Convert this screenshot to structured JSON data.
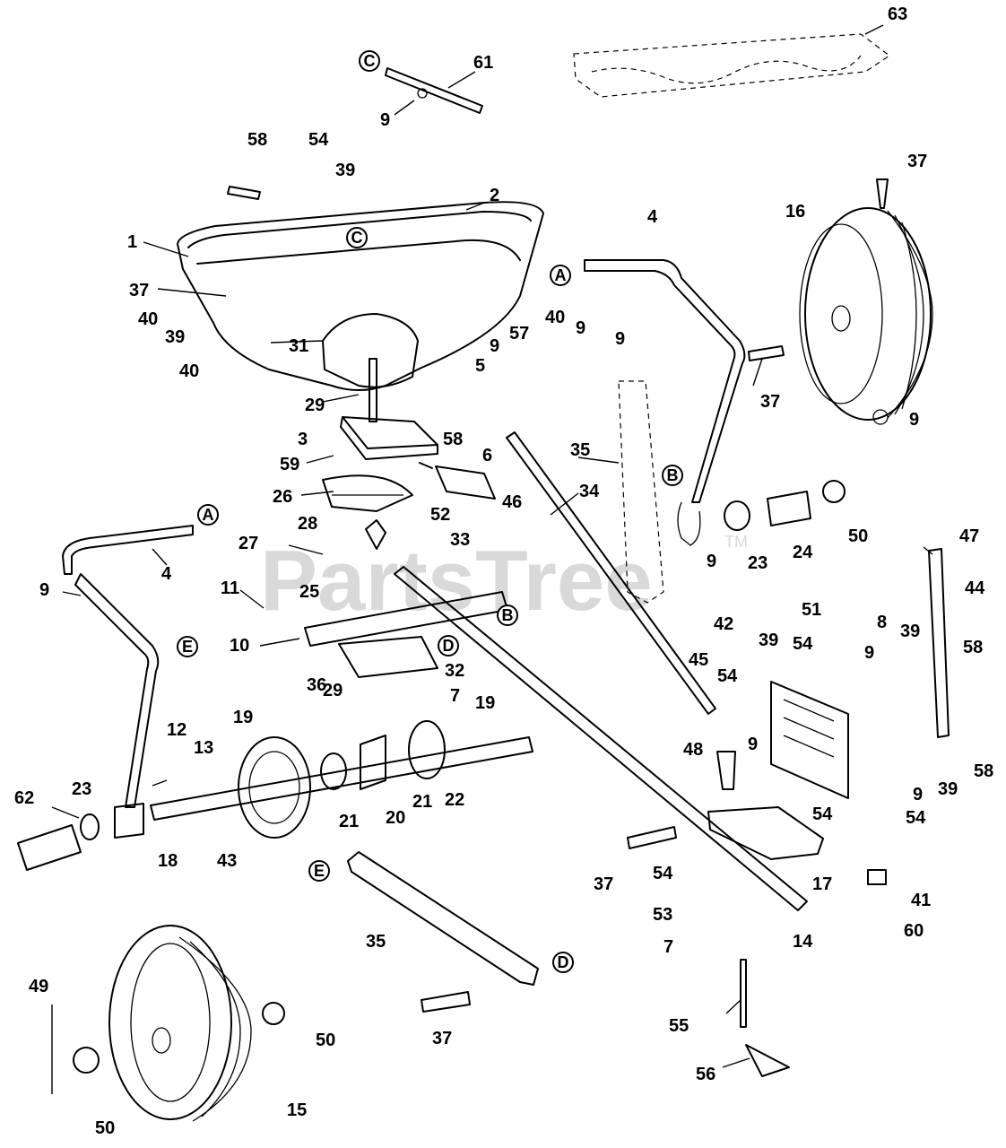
{
  "watermark": {
    "text": "PartsTree",
    "tm": "TM"
  },
  "callouts": [
    {
      "id": "c63",
      "text": "63"
    },
    {
      "id": "c61",
      "text": "61"
    },
    {
      "id": "c9a",
      "text": "9"
    },
    {
      "id": "c58a",
      "text": "58"
    },
    {
      "id": "c54a",
      "text": "54"
    },
    {
      "id": "c39a",
      "text": "39"
    },
    {
      "id": "c2",
      "text": "2"
    },
    {
      "id": "c1",
      "text": "1"
    },
    {
      "id": "c37a",
      "text": "37"
    },
    {
      "id": "c40a",
      "text": "40"
    },
    {
      "id": "c39b",
      "text": "39"
    },
    {
      "id": "c31",
      "text": "31"
    },
    {
      "id": "c40b",
      "text": "40"
    },
    {
      "id": "c29a",
      "text": "29"
    },
    {
      "id": "c3",
      "text": "3"
    },
    {
      "id": "c59",
      "text": "59"
    },
    {
      "id": "c26",
      "text": "26"
    },
    {
      "id": "c28",
      "text": "28"
    },
    {
      "id": "c27",
      "text": "27"
    },
    {
      "id": "c25",
      "text": "25"
    },
    {
      "id": "c52",
      "text": "52"
    },
    {
      "id": "c33",
      "text": "33"
    },
    {
      "id": "c46",
      "text": "46"
    },
    {
      "id": "c5",
      "text": "5"
    },
    {
      "id": "c58b",
      "text": "58"
    },
    {
      "id": "c6",
      "text": "6"
    },
    {
      "id": "c9b",
      "text": "9"
    },
    {
      "id": "c57",
      "text": "57"
    },
    {
      "id": "c40c",
      "text": "40"
    },
    {
      "id": "c9c",
      "text": "9"
    },
    {
      "id": "c9d",
      "text": "9"
    },
    {
      "id": "c35a",
      "text": "35"
    },
    {
      "id": "c34",
      "text": "34"
    },
    {
      "id": "c4a",
      "text": "4"
    },
    {
      "id": "c16",
      "text": "16"
    },
    {
      "id": "c37b",
      "text": "37"
    },
    {
      "id": "c37c",
      "text": "37"
    },
    {
      "id": "c9e",
      "text": "9"
    },
    {
      "id": "c50a",
      "text": "50"
    },
    {
      "id": "c24",
      "text": "24"
    },
    {
      "id": "c23a",
      "text": "23"
    },
    {
      "id": "c9f",
      "text": "9"
    },
    {
      "id": "c4b",
      "text": "4"
    },
    {
      "id": "c9g",
      "text": "9"
    },
    {
      "id": "c11",
      "text": "11"
    },
    {
      "id": "c10",
      "text": "10"
    },
    {
      "id": "c36",
      "text": "36"
    },
    {
      "id": "c32",
      "text": "32"
    },
    {
      "id": "c7a",
      "text": "7"
    },
    {
      "id": "c29b",
      "text": "29"
    },
    {
      "id": "c19a",
      "text": "19"
    },
    {
      "id": "c19b",
      "text": "19"
    },
    {
      "id": "c12",
      "text": "12"
    },
    {
      "id": "c13",
      "text": "13"
    },
    {
      "id": "c62",
      "text": "62"
    },
    {
      "id": "c23b",
      "text": "23"
    },
    {
      "id": "c18",
      "text": "18"
    },
    {
      "id": "c43",
      "text": "43"
    },
    {
      "id": "c21a",
      "text": "21"
    },
    {
      "id": "c20",
      "text": "20"
    },
    {
      "id": "c21b",
      "text": "21"
    },
    {
      "id": "c22",
      "text": "22"
    },
    {
      "id": "c47",
      "text": "47"
    },
    {
      "id": "c44",
      "text": "44"
    },
    {
      "id": "c51",
      "text": "51"
    },
    {
      "id": "c42",
      "text": "42"
    },
    {
      "id": "c39c",
      "text": "39"
    },
    {
      "id": "c54b",
      "text": "54"
    },
    {
      "id": "c8",
      "text": "8"
    },
    {
      "id": "c39d",
      "text": "39"
    },
    {
      "id": "c58c",
      "text": "58"
    },
    {
      "id": "c9h",
      "text": "9"
    },
    {
      "id": "c45",
      "text": "45"
    },
    {
      "id": "c54c",
      "text": "54"
    },
    {
      "id": "c48",
      "text": "48"
    },
    {
      "id": "c9i",
      "text": "9"
    },
    {
      "id": "c54d",
      "text": "54"
    },
    {
      "id": "c9j",
      "text": "9"
    },
    {
      "id": "c39e",
      "text": "39"
    },
    {
      "id": "c58d",
      "text": "58"
    },
    {
      "id": "c54e",
      "text": "54"
    },
    {
      "id": "c37d",
      "text": "37"
    },
    {
      "id": "c54f",
      "text": "54"
    },
    {
      "id": "c17",
      "text": "17"
    },
    {
      "id": "c41",
      "text": "41"
    },
    {
      "id": "c53",
      "text": "53"
    },
    {
      "id": "c7b",
      "text": "7"
    },
    {
      "id": "c14",
      "text": "14"
    },
    {
      "id": "c60",
      "text": "60"
    },
    {
      "id": "c35b",
      "text": "35"
    },
    {
      "id": "c37e",
      "text": "37"
    },
    {
      "id": "c55",
      "text": "55"
    },
    {
      "id": "c56",
      "text": "56"
    },
    {
      "id": "c49",
      "text": "49"
    },
    {
      "id": "c50b",
      "text": "50"
    },
    {
      "id": "c50c",
      "text": "50"
    },
    {
      "id": "c15",
      "text": "15"
    }
  ],
  "refs": [
    {
      "id": "rC1",
      "text": "C"
    },
    {
      "id": "rC2",
      "text": "C"
    },
    {
      "id": "rA1",
      "text": "A"
    },
    {
      "id": "rA2",
      "text": "A"
    },
    {
      "id": "rB1",
      "text": "B"
    },
    {
      "id": "rB2",
      "text": "B"
    },
    {
      "id": "rD1",
      "text": "D"
    },
    {
      "id": "rD2",
      "text": "D"
    },
    {
      "id": "rE1",
      "text": "E"
    },
    {
      "id": "rE2",
      "text": "E"
    }
  ]
}
